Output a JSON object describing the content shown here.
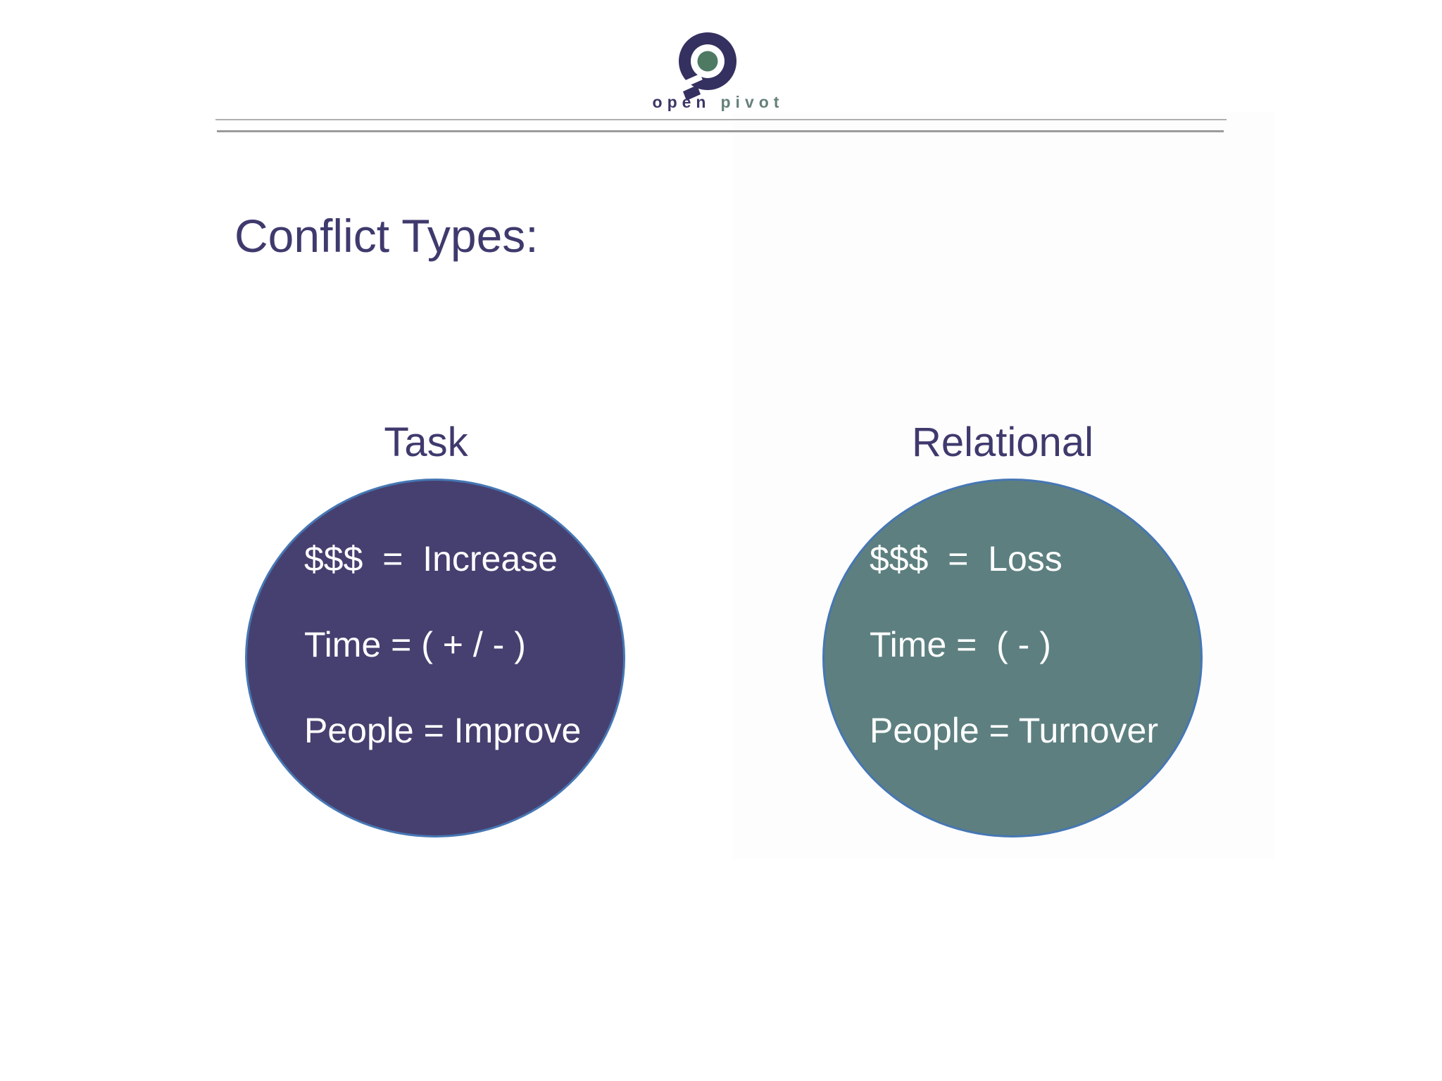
{
  "logo": {
    "word1": "open",
    "word2": "pivot"
  },
  "title": "Conflict Types:",
  "circles": [
    {
      "label": "Task",
      "lines": [
        "$$$  =  Increase",
        "Time = ( + / - )",
        "People = Improve"
      ]
    },
    {
      "label": "Relational",
      "lines": [
        "$$$  =  Loss",
        "Time =  ( - )",
        "People = Turnover"
      ]
    }
  ],
  "colors": {
    "heading_text": "#3F3A6D",
    "task_fill": "#464070",
    "relational_fill": "#5D7F7F",
    "ellipse_border": "#4677B4",
    "ellipse_text": "#FFFFFF",
    "logo_navy": "#343060",
    "logo_green": "#4E7A64",
    "logo_text_open": "#3B3766",
    "logo_text_pivot": "#66807A",
    "divider_gray": "#9B9B9B",
    "background": "#FFFFFF"
  }
}
